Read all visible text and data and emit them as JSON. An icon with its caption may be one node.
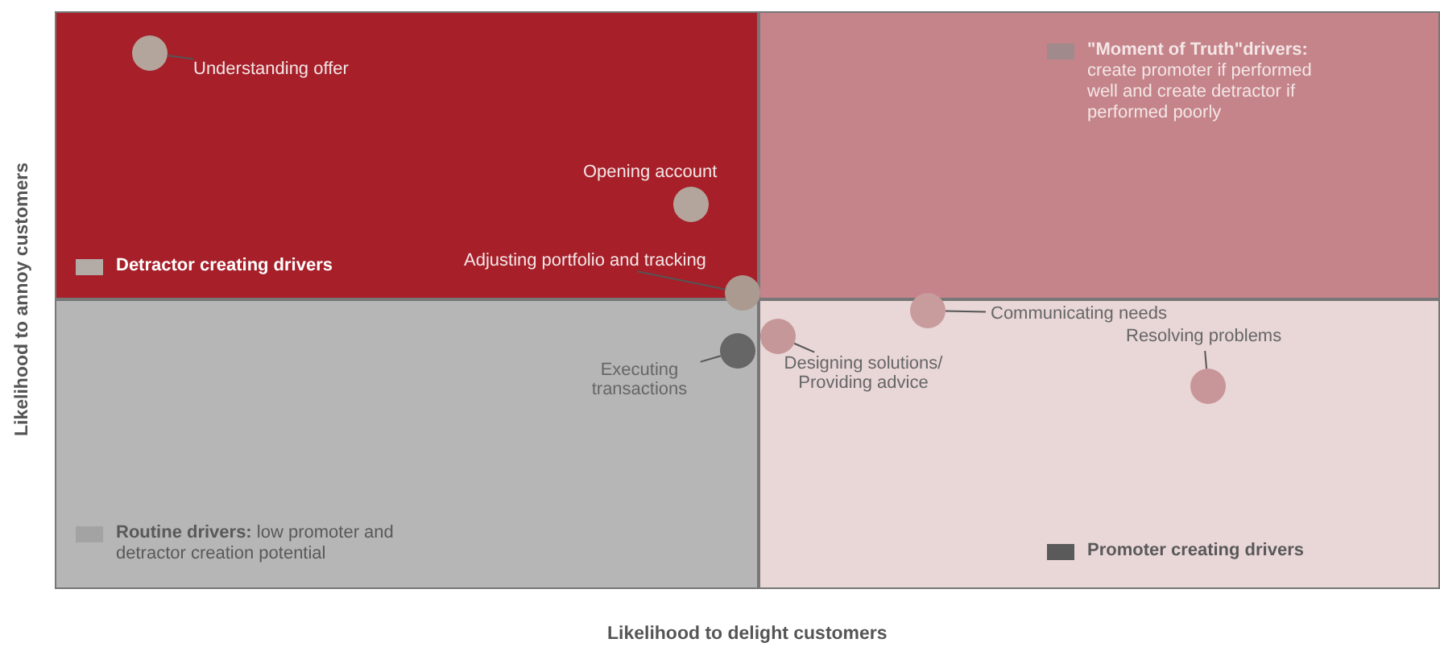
{
  "diagram": {
    "nodes": [
      {
        "text": [],
        "shape": "circle"
      },
      {
        "text": [
          "Understanding offer"
        ]
      },
      {
        "text": [],
        "shape": "circle",
        "beside": [
          "Opening account"
        ]
      },
      {
        "text": [
          "Adjusting portfolio and tracking"
        ]
      },
      {
        "text": [],
        "shape": "circle"
      },
      {
        "text": [],
        "shape": "circle"
      },
      {
        "text": [
          "Executing transactions"
        ]
      },
      {
        "text": [],
        "shape": "circle"
      },
      {
        "text": [
          "Designing solutions/ Providing advice"
        ]
      },
      {
        "text": [],
        "shape": "circle"
      },
      {
        "text": [
          "Communicating needs"
        ]
      },
      {
        "text": [
          "Resolving problems"
        ]
      },
      {
        "text": [],
        "shape": "circle"
      }
    ],
    "edges": [
      {
        "from": 1,
        "to": 0,
        "arrow": "none"
      },
      {
        "from": 3,
        "to": 4,
        "arrow": "none"
      },
      {
        "from": 6,
        "to": 5,
        "arrow": "none"
      },
      {
        "from": 8,
        "to": 7,
        "arrow": "none"
      },
      {
        "from": 10,
        "to": 9,
        "arrow": "none"
      },
      {
        "from": 11,
        "to": 12,
        "arrow": "none"
      }
    ],
    "labels": [
      "Likelihood to annoy customers",
      "Likelihood to delight customers"
    ],
    "legend": [
      {
        "text": "**Detractor creating drivers**",
        "color": "#b3aca6"
      },
      {
        "text": "**\"Moment of Truth\"drivers:** create promoter if performed well and create detractor if performed poorly",
        "color": "#a08a8c"
      },
      {
        "text": "**Routine drivers:** low promoter and detractor creation potential",
        "color": "#a3a3a3"
      },
      {
        "text": "**Promoter creating drivers**",
        "color": "#5a5a5a"
      }
    ]
  }
}
